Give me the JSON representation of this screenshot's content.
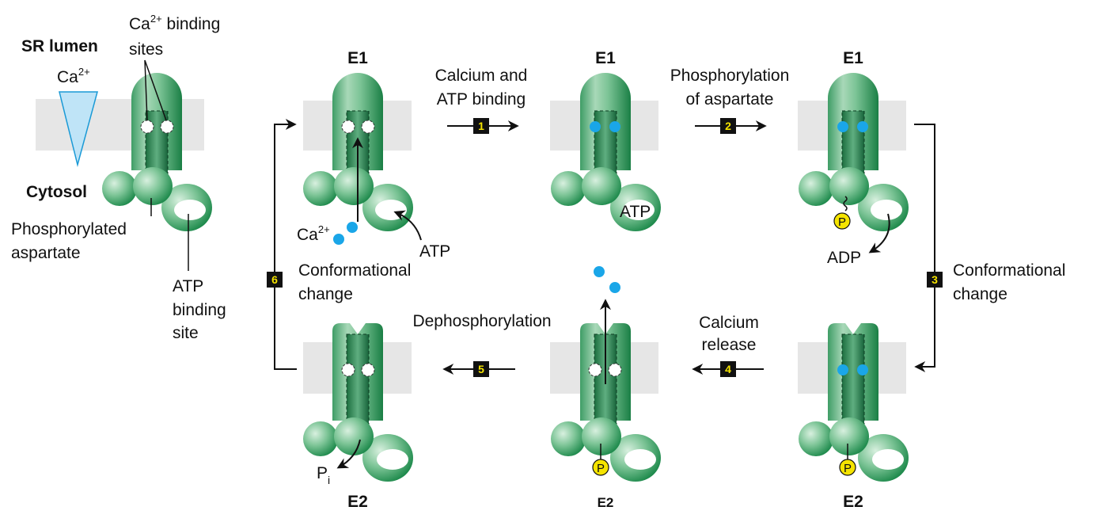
{
  "left_panel": {
    "sr_lumen": "SR lumen",
    "ca_gradient": "Ca",
    "ca_sup": "2+",
    "binding_sites_line1_prefix": "Ca",
    "binding_sites_sup": "2+",
    "binding_sites_line1_suffix": " binding",
    "binding_sites_line2": "sites",
    "cytosol": "Cytosol",
    "phosphorylated_1": "Phosphorylated",
    "phosphorylated_2": "aspartate",
    "atp_site_1": "ATP",
    "atp_site_2": "binding",
    "atp_site_3": "site"
  },
  "states": {
    "e1": "E1",
    "e2": "E2"
  },
  "steps": [
    {
      "number": "1",
      "label_1": "Calcium and",
      "label_2": "ATP binding"
    },
    {
      "number": "2",
      "label_1": "Phosphorylation",
      "label_2": "of aspartate"
    },
    {
      "number": "3",
      "label_1": "Conformational",
      "label_2": "change"
    },
    {
      "number": "4",
      "label_1": "Calcium",
      "label_2": "release"
    },
    {
      "number": "5",
      "label_1": "Dephosphorylation"
    },
    {
      "number": "6",
      "label_1": "Conformational",
      "label_2": "change"
    }
  ],
  "annotations": {
    "ca": "Ca",
    "ca_sup": "2+",
    "atp": "ATP",
    "atp_bound": "ATP",
    "adp": "ADP",
    "phosphate": "P",
    "pi": "P",
    "pi_sub": "i"
  },
  "colors": {
    "membrane": "#e6e6e6",
    "protein_light": "#bfe3cb",
    "protein_dark": "#1e8a4c",
    "calcium": "#1aa6e8",
    "phosphate": "#f5e400",
    "step_box": "#111111",
    "lumen_gradient": "#bfe4f7"
  }
}
